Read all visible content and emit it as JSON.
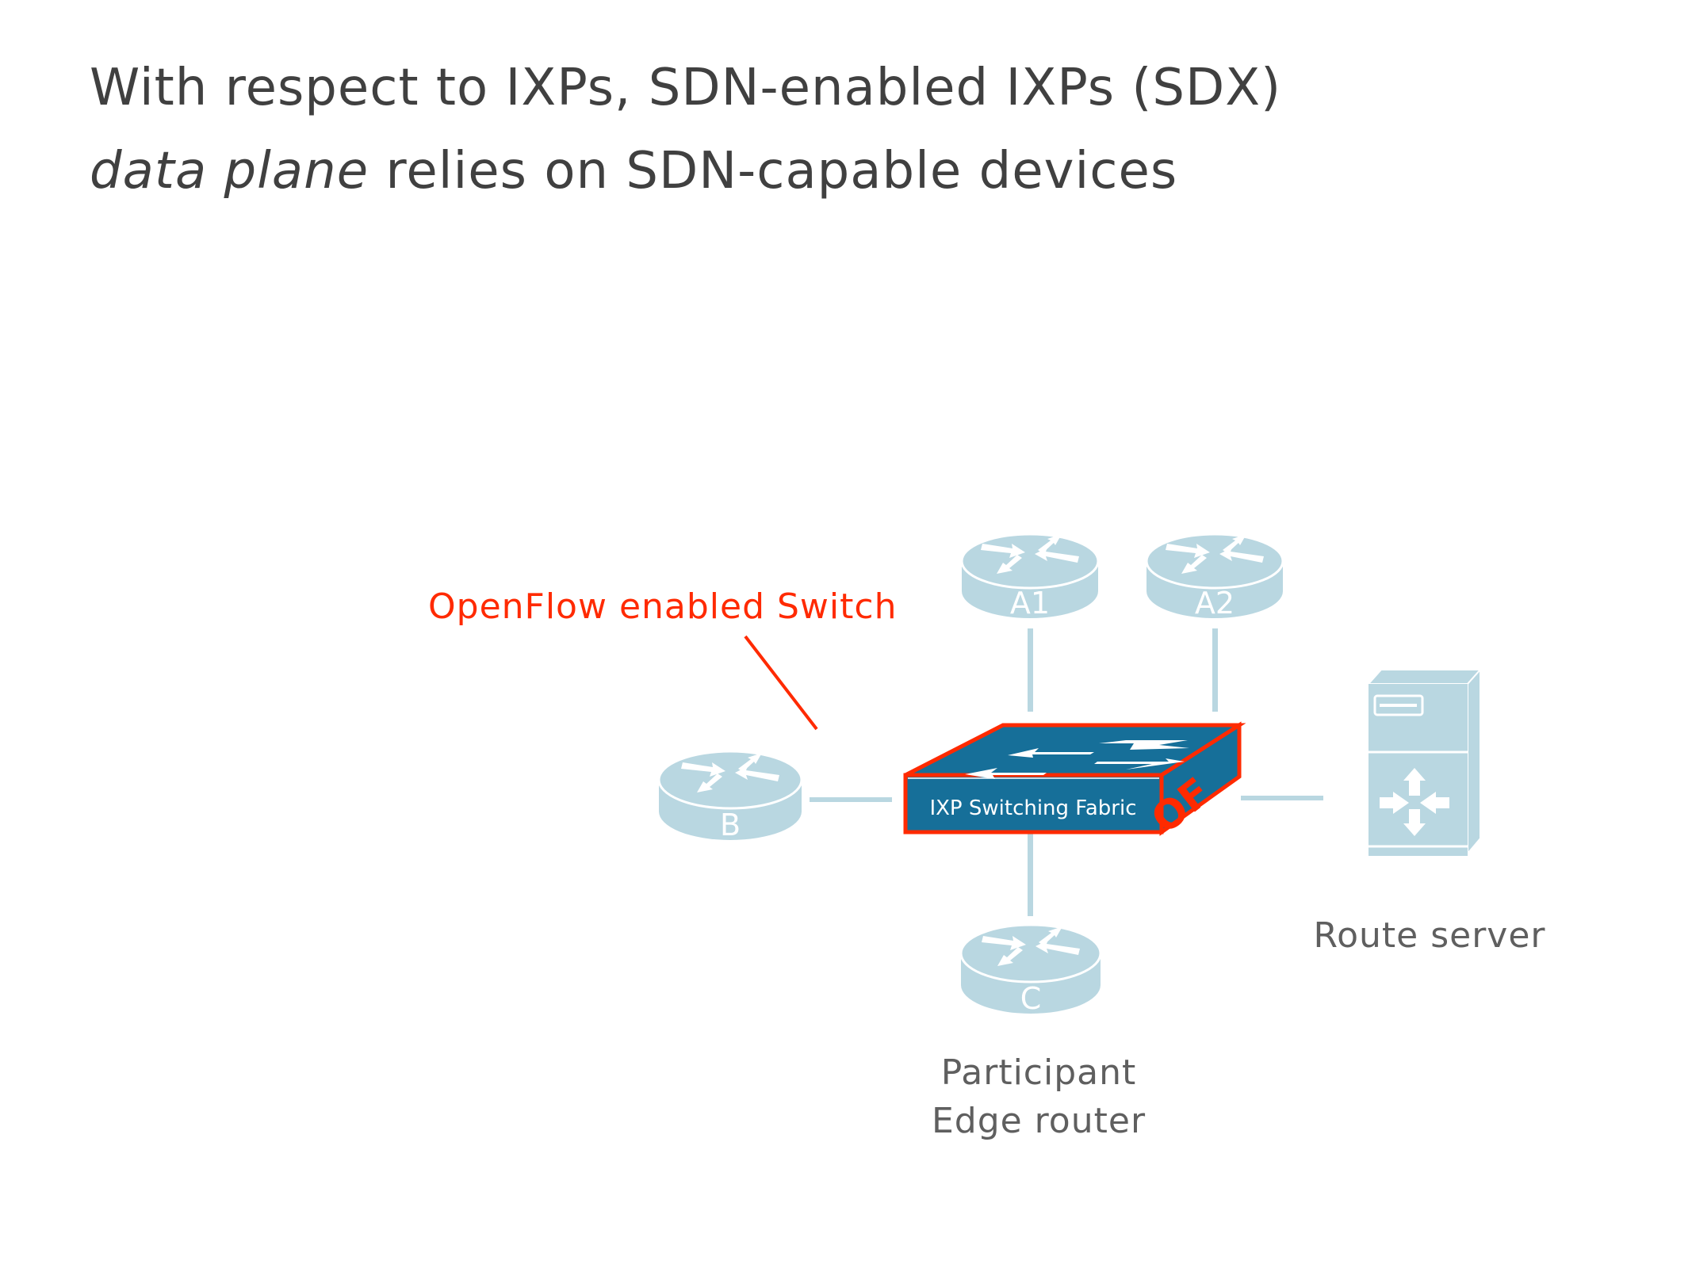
{
  "title": {
    "line1": "With respect to IXPs, SDN-enabled IXPs (SDX)",
    "line2_emphasis": "data plane",
    "line2_rest": " relies on SDN-capable devices"
  },
  "callout": {
    "label": "OpenFlow enabled Switch"
  },
  "switch": {
    "label": "IXP Switching Fabric",
    "side_label": "OF",
    "icon": "openflow-switch-icon"
  },
  "routers": [
    {
      "id": "A1",
      "label": "A1",
      "icon": "router-icon"
    },
    {
      "id": "A2",
      "label": "A2",
      "icon": "router-icon"
    },
    {
      "id": "B",
      "label": "B",
      "icon": "router-icon"
    },
    {
      "id": "C",
      "label": "C",
      "icon": "router-icon"
    }
  ],
  "route_server": {
    "label": "Route server",
    "icon": "server-icon"
  },
  "participant_label": {
    "line1": "Participant",
    "line2": "Edge router"
  },
  "colors": {
    "device": "#b9d7e1",
    "switch_fill": "#166f99",
    "highlight": "#ff2a00",
    "title_text": "#404040",
    "caption_text": "#5f5f5f"
  }
}
